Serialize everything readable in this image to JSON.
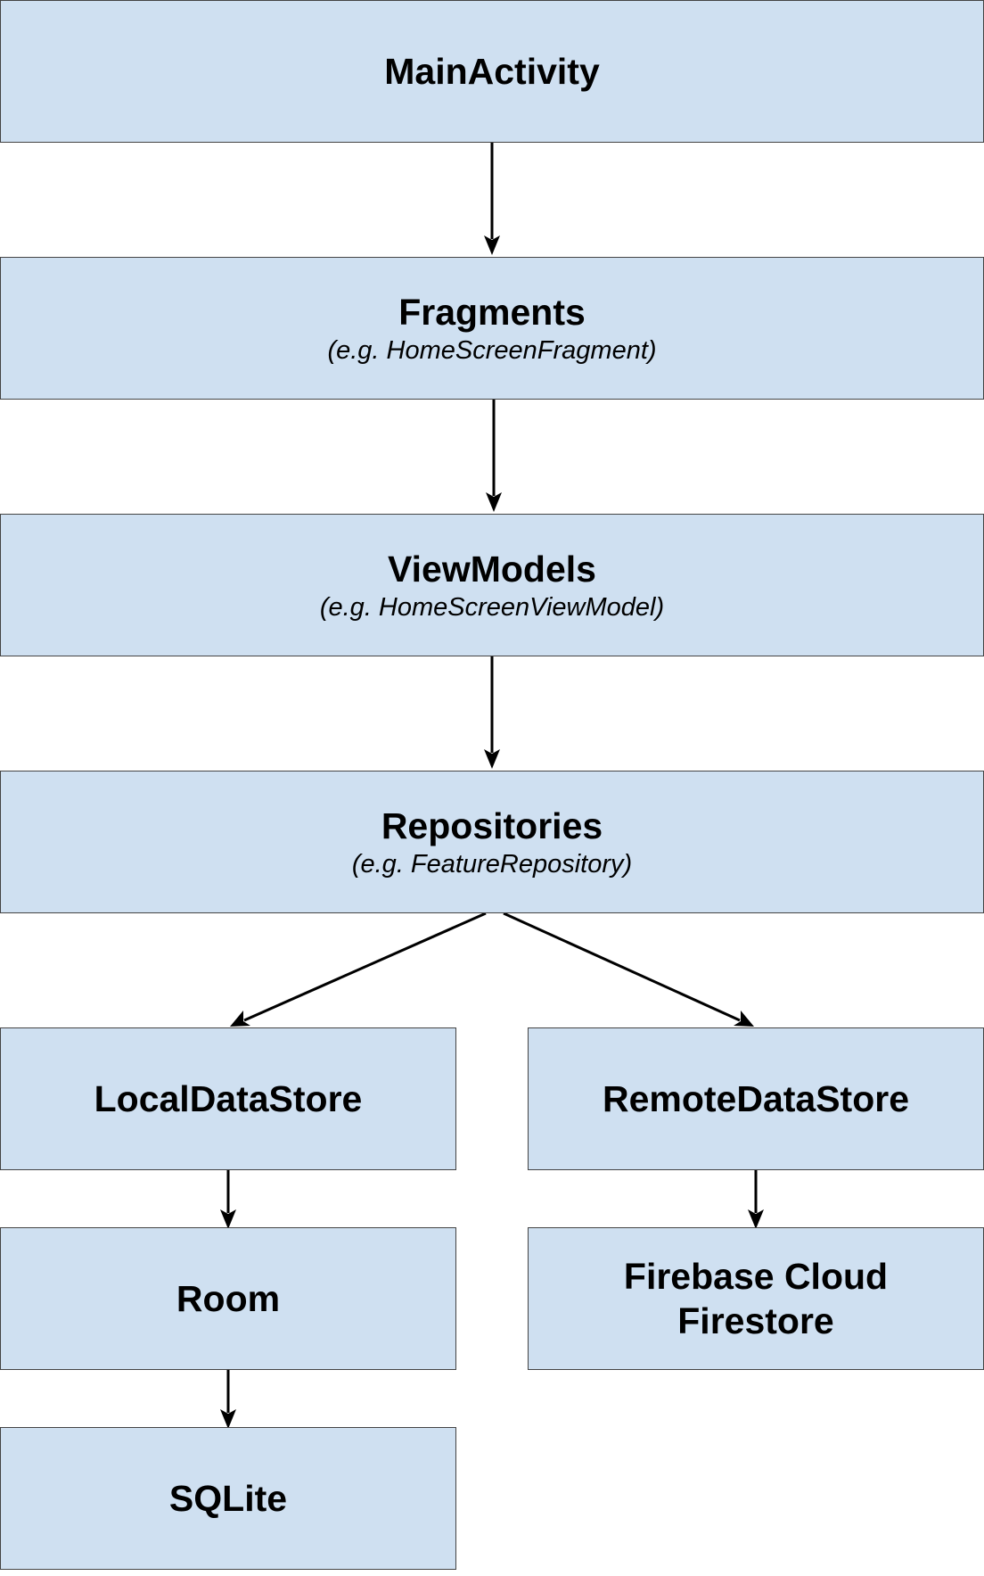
{
  "diagram": {
    "main_activity": {
      "title": "MainActivity"
    },
    "fragments": {
      "title": "Fragments",
      "subtitle": "(e.g. HomeScreenFragment)"
    },
    "view_models": {
      "title": "ViewModels",
      "subtitle": "(e.g. HomeScreenViewModel)"
    },
    "repositories": {
      "title": "Repositories",
      "subtitle": "(e.g. FeatureRepository)"
    },
    "local_data_store": {
      "title": "LocalDataStore"
    },
    "remote_data_store": {
      "title": "RemoteDataStore"
    },
    "room": {
      "title": "Room"
    },
    "firebase": {
      "title_line1": "Firebase Cloud",
      "title_line2": "Firestore"
    },
    "sqlite": {
      "title": "SQLite"
    },
    "edges": [
      {
        "from": "MainActivity",
        "to": "Fragments"
      },
      {
        "from": "Fragments",
        "to": "ViewModels"
      },
      {
        "from": "ViewModels",
        "to": "Repositories"
      },
      {
        "from": "Repositories",
        "to": "LocalDataStore"
      },
      {
        "from": "Repositories",
        "to": "RemoteDataStore"
      },
      {
        "from": "LocalDataStore",
        "to": "Room"
      },
      {
        "from": "RemoteDataStore",
        "to": "Firebase Cloud Firestore"
      },
      {
        "from": "Room",
        "to": "SQLite"
      }
    ]
  },
  "colors": {
    "box_fill": "#cfe0f1",
    "box_border": "#444444",
    "arrow": "#000000"
  }
}
